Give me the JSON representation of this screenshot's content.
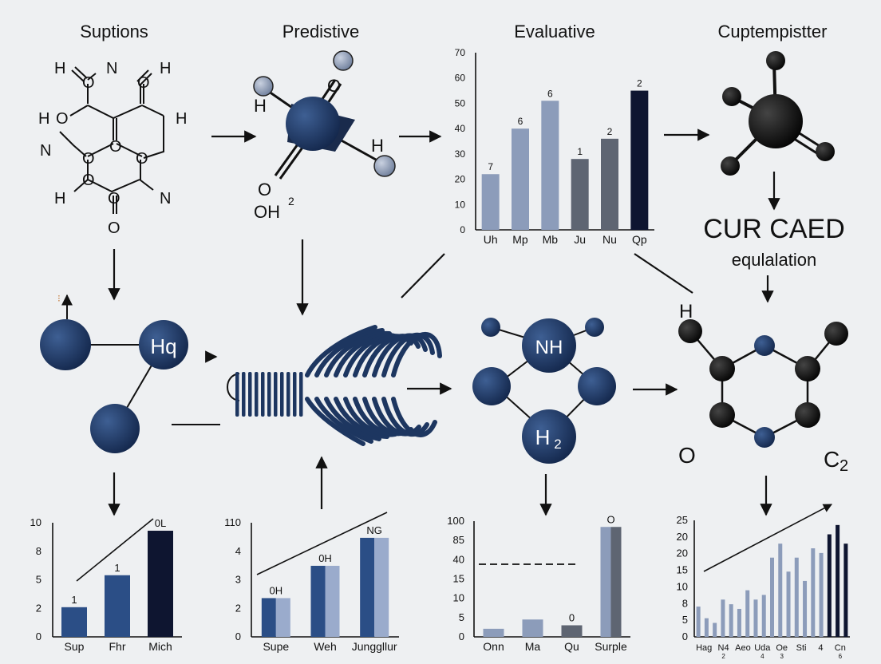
{
  "stages": [
    {
      "title": "Suptions"
    },
    {
      "title": "Predistive"
    },
    {
      "title": "Evaluative"
    },
    {
      "title": "Cuptempistter"
    }
  ],
  "card": {
    "title": "CUR CAED",
    "subtitle": "equlalation"
  },
  "molecules": {
    "suptions": {
      "atoms": [
        "H",
        "N",
        "O",
        "H",
        "H",
        "O",
        "O",
        "H",
        "N",
        "O",
        "O",
        "O",
        "H",
        "O",
        "O",
        "N",
        "O"
      ]
    },
    "predistive": {
      "labels": [
        "H",
        "O",
        "H",
        "O",
        "OH",
        "2"
      ]
    },
    "hq": {
      "label": "Hq"
    },
    "nh": {
      "top": "NH",
      "bottom": "H",
      "sub": "2"
    },
    "ring": {
      "h": "H",
      "o": "O",
      "c": "C",
      "sub": "2"
    }
  },
  "colors": {
    "navy": "#1d3660",
    "dark": "#0e1530",
    "steel": "#8c9cba",
    "slate": "#5e6572",
    "mid": "#2e5085",
    "light": "#9aabcc",
    "black": "#111111",
    "arrow": "#111111"
  },
  "chart_data": [
    {
      "id": "evaluative",
      "type": "bar",
      "categories": [
        "Uh",
        "Mp",
        "Mb",
        "Ju",
        "Nu",
        "Qp"
      ],
      "values": [
        22,
        40,
        51,
        28,
        36,
        55
      ],
      "data_labels": [
        "7",
        "6",
        "6",
        "1",
        "2",
        "2"
      ],
      "yticks": [
        "0",
        "10",
        "20",
        "30",
        "40",
        "50",
        "60",
        "70"
      ],
      "ylim": [
        0,
        70
      ],
      "bar_colors": [
        "#8c9cba",
        "#8c9cba",
        "#8c9cba",
        "#5e6572",
        "#5e6572",
        "#0e1530"
      ]
    },
    {
      "id": "bottom1",
      "type": "bar",
      "categories": [
        "Sup",
        "Fhr",
        "Mich"
      ],
      "values": [
        2.6,
        5.4,
        9.3
      ],
      "data_labels": [
        "1",
        "1",
        "0L"
      ],
      "yticks": [
        "0",
        "2",
        "5",
        "8",
        "10"
      ],
      "ylim": [
        0,
        10
      ],
      "bar_colors": [
        "#2b4e86",
        "#2b4e86",
        "#0e1530"
      ]
    },
    {
      "id": "bottom2",
      "type": "bar",
      "categories": [
        "Supe",
        "Weh",
        "Junggllur"
      ],
      "values": [
        1.8,
        3.3,
        4.6
      ],
      "data_labels": [
        "0H",
        "0H",
        "NG"
      ],
      "yticks": [
        "0",
        "2",
        "3",
        "4",
        "110"
      ],
      "ylim": [
        0,
        5.3
      ],
      "bar_colors": [
        "#2b4e86",
        "#2b4e86",
        "#2b4e86"
      ],
      "bar_colors_2": [
        "#9aabcc",
        "#9aabcc",
        "#9aabcc"
      ]
    },
    {
      "id": "bottom3",
      "type": "bar",
      "categories": [
        "Onn",
        "Ma",
        "Qu",
        "Surple"
      ],
      "values": [
        7,
        15,
        10,
        95
      ],
      "data_labels": [
        "",
        "",
        "0",
        "O"
      ],
      "yticks": [
        "0",
        "5",
        "10",
        "15",
        "40",
        "85",
        "100"
      ],
      "ylim": [
        0,
        100
      ],
      "bar_colors": [
        "#8c9cba",
        "#8c9cba",
        "#5e6572",
        "#8c9cba"
      ],
      "bar_colors_2": [
        "",
        "",
        "",
        "#5e6572"
      ]
    },
    {
      "id": "bottom4",
      "type": "bar",
      "categories": [
        "Hag",
        "N4",
        "Aeo",
        "Uda",
        "Oe",
        "Sti",
        "4",
        "Cn"
      ],
      "category_sublabels": [
        "",
        "2",
        "",
        "4",
        "3",
        "",
        "",
        "6"
      ],
      "values": [
        6.5,
        4,
        3,
        8,
        7,
        6,
        10,
        8,
        9,
        17,
        20,
        14,
        17,
        12,
        19,
        18,
        22,
        24,
        20
      ],
      "yticks": [
        "0",
        "5",
        "8",
        "10",
        "15",
        "20",
        "20",
        "25"
      ],
      "ylim": [
        0,
        25
      ],
      "bar_colors": [
        "#8c9cba",
        "#8c9cba",
        "#8c9cba",
        "#8c9cba",
        "#8c9cba",
        "#8c9cba",
        "#8c9cba",
        "#8c9cba",
        "#8c9cba",
        "#8c9cba",
        "#8c9cba",
        "#8c9cba",
        "#8c9cba",
        "#8c9cba",
        "#8c9cba",
        "#8c9cba",
        "#0e1530",
        "#0e1530",
        "#0e1530"
      ]
    }
  ]
}
